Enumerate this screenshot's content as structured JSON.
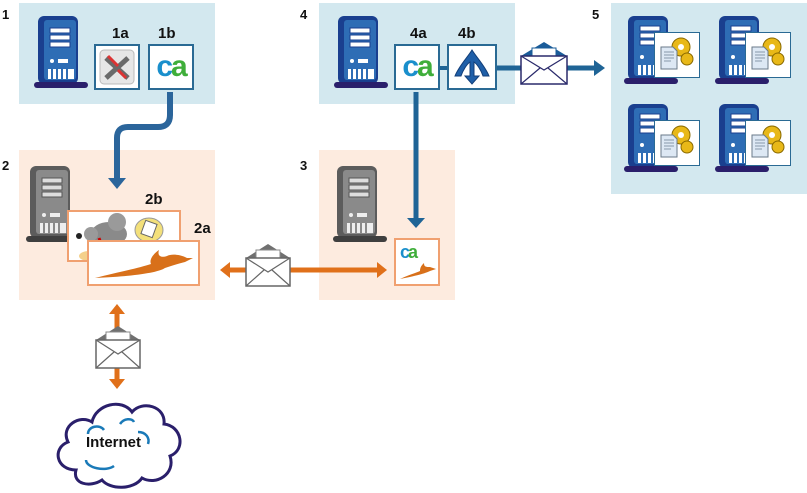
{
  "zones": [
    {
      "id": "1",
      "label": "1",
      "color": "#d3e8ef"
    },
    {
      "id": "2",
      "label": "2",
      "color": "#fdebdf"
    },
    {
      "id": "3",
      "label": "3",
      "color": "#fdebdf"
    },
    {
      "id": "4",
      "label": "4",
      "color": "#d3e8ef"
    },
    {
      "id": "5",
      "label": "5",
      "color": "#d3e8ef"
    }
  ],
  "components": {
    "z1a": {
      "label": "1a",
      "icon": "exchange-icon"
    },
    "z1b": {
      "label": "1b",
      "icon": "ca-logo-icon"
    },
    "z2a": {
      "label": "2a",
      "icon": "dragon-icon"
    },
    "z2b": {
      "label": "2b",
      "icon": "mouse-mascot-icon"
    },
    "z4a": {
      "label": "4a",
      "icon": "ca-logo-icon"
    },
    "z4b": {
      "label": "4b",
      "icon": "distribution-arrow-icon"
    }
  },
  "ca_logo": {
    "c": "c",
    "a": "a"
  },
  "cloud": {
    "label": "Internet"
  },
  "colors": {
    "blue_arrow": "#1f6496",
    "orange_arrow": "#e0701a",
    "server_blue": "#1a4f8f",
    "server_gray": "#6b6b6b",
    "tile_blue_border": "#2a6a94",
    "tile_orange_border": "#f0a070"
  }
}
